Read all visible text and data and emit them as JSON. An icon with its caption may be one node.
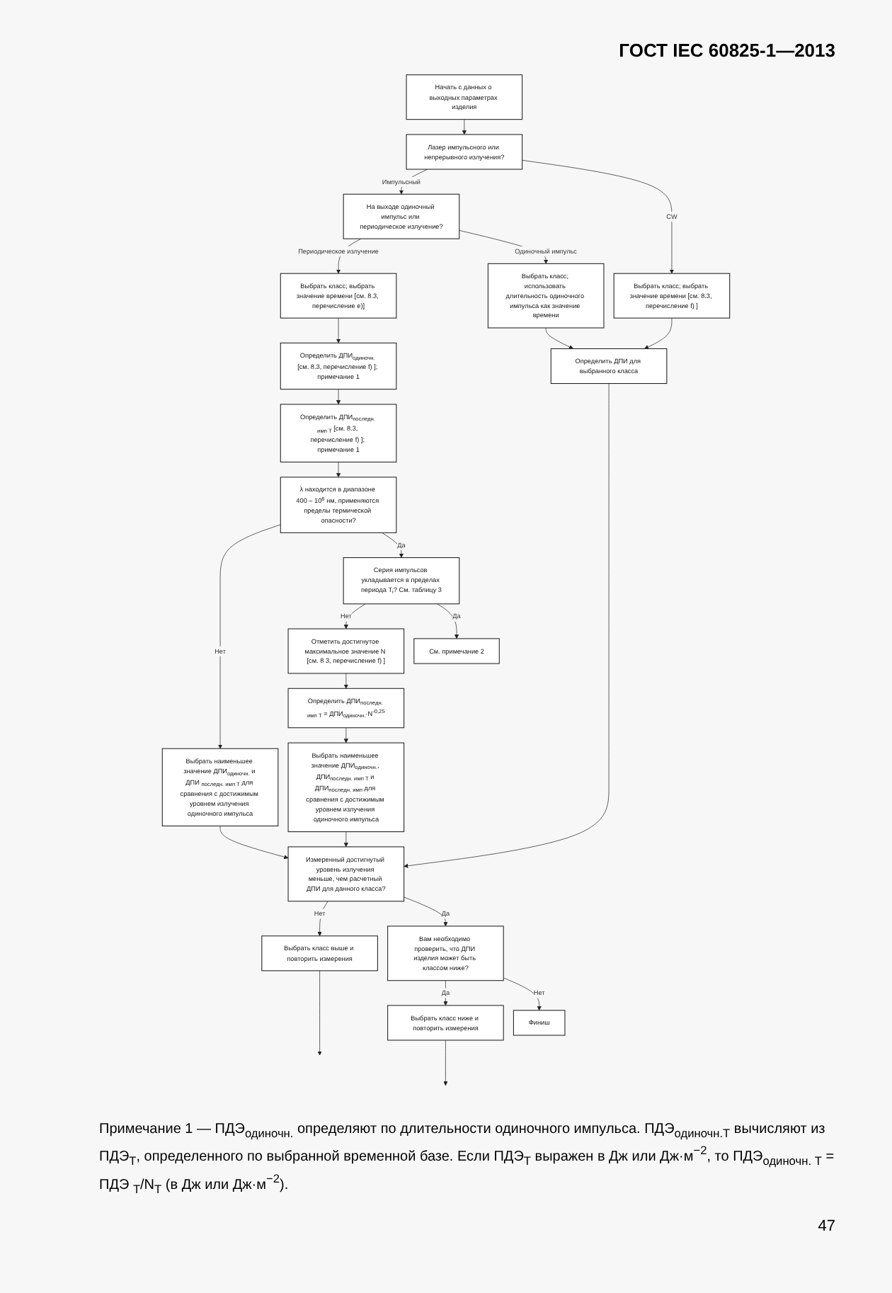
{
  "diagram": {
    "nodes": [
      {
        "text": [
          "Начать с данных о выходных параметрах изделия"
        ]
      },
      {
        "text": [
          "Лазер импульсного или непрерывного излучения?"
        ]
      },
      {
        "text": [
          "На выходе одиночный импульс или периодическое излучение?"
        ]
      },
      {
        "text": [
          "Выбрать класс; выбрать значение времени [см. 8.3, перечисление е)]"
        ]
      },
      {
        "text": [
          "Определить ДПИ$_{одиночн.}$ [см. 8.3, перечисление f) ]; примечание 1"
        ]
      },
      {
        "text": [
          "Определить ДПИ$_{последн. имп T}$ [см. 8.3, перечисление f) ]; примечание 1"
        ]
      },
      {
        "text": [
          "Выбрать класс; выбрать значение времени [см. 8.3, перечисление f) ]"
        ]
      },
      {
        "text": [
          "Выбрать класс; использовать длительность одиночного импульса как значение времени"
        ]
      },
      {
        "text": [
          "λ находится в диапазоне 400 – 10$^{6}$ нм, применяются пределы термической опасности?"
        ]
      },
      {
        "text": [
          "Выбрать наименьшее значение ДПИ$_{одиночн.}$ и ДПИ $_{последн. имп T}$ для сравнения с достижимым уровнем излучения одиночного импульса"
        ]
      },
      {
        "text": [
          "Серия импульсов укладывается в пределах периода T$_{i}$? См. таблицу 3"
        ]
      },
      {
        "text": [
          "Определить ДПИ для выбранного класса"
        ]
      },
      {
        "text": [
          "Отметить достигнутое максимальное значение N [см. 8 3, перечисление f) ]"
        ]
      },
      {
        "text": [
          "См. примечание 2"
        ]
      },
      {
        "text": [
          "Определить ДПИ$_{последн. имп T}$ = ДПИ$_{одиночн.}$·N$^{-0,25}$"
        ]
      },
      {
        "text": [
          "Выбрать наименьшее значение ДПИ$_{одиночн.}$, ДПИ$_{последн. имп T}$ и ДПИ$_{последн. имп}$ для сравнения с достижимым уровнем излучения одиночного импульса"
        ]
      },
      {
        "text": [
          "Выбрать класс выше и повторить измерения"
        ]
      },
      {
        "text": [
          "Измеренный достигнутый уровень излучения меньше, чем расчетный ДПИ для данного класса?"
        ]
      },
      {
        "text": [
          "Выбрать класс ниже и повторить измерения"
        ]
      },
      {
        "text": [
          "Вам необходимо проверить, что ДПИ изделия может быть классом ниже?"
        ]
      },
      {
        "text": [
          "Финиш"
        ]
      }
    ],
    "edges": [
      {
        "from": 0,
        "to": 1,
        "arrow": "to"
      },
      {
        "from": 1,
        "to": 2,
        "label": "Импульсный",
        "arrow": "to"
      },
      {
        "from": 2,
        "to": 3,
        "label": "Периодическое излучение",
        "arrow": "to"
      },
      {
        "from": 3,
        "to": 4,
        "arrow": "to"
      },
      {
        "from": 4,
        "to": 5,
        "arrow": "to"
      },
      {
        "from": 5,
        "to": 8,
        "arrow": "to"
      },
      {
        "from": 1,
        "to": 6,
        "label": "CW",
        "arrow": "to"
      },
      {
        "from": 2,
        "to": 7,
        "label": "Одиночный импульс",
        "arrow": "to"
      },
      {
        "from": 8,
        "to": 9,
        "label": "Нет",
        "arrow": "to"
      },
      {
        "from": 8,
        "to": 10,
        "label": "Да",
        "arrow": "to"
      },
      {
        "from": 10,
        "to": 12,
        "label": "Нет",
        "arrow": "to"
      },
      {
        "from": 10,
        "to": 13,
        "label": "Да",
        "arrow": "to"
      },
      {
        "from": 6,
        "to": 11,
        "arrow": "to"
      },
      {
        "from": 7,
        "to": 11,
        "arrow": "to"
      },
      {
        "from": 11,
        "to": 17,
        "arrow": "to"
      },
      {
        "from": 9,
        "to": 17,
        "arrow": "to"
      },
      {
        "from": 12,
        "to": 14,
        "arrow": "to"
      },
      {
        "from": 14,
        "to": 15,
        "arrow": "to"
      },
      {
        "from": 15,
        "to": 17,
        "arrow": "to"
      },
      {
        "from": 17,
        "to": 16,
        "label": "Нет",
        "arrow": "to"
      },
      {
        "from": 16,
        "to": null,
        "arrow": "to"
      },
      {
        "from": 17,
        "to": 19,
        "label": "Да",
        "arrow": "to"
      },
      {
        "from": 19,
        "to": 18,
        "label": "Да",
        "arrow": "to"
      },
      {
        "from": 18,
        "to": null,
        "arrow": "to"
      },
      {
        "from": 19,
        "to": 20,
        "label": "Нет",
        "arrow": "to"
      }
    ],
    "labels": [
      "ГОСТ IEC 60825-1—2013",
      "Примечание 1 — ПДЭ$_{одиночн.}$ определяют по длительности одиночного импульса. ПДЭ$_{одиночн.T}$ вычисляют из ПДЭ$_{T}$, определенного по выбранной временной базе. Если ПДЭ$_{T}$ выражен в Дж или Дж·м$^{−2}$, то ПДЭ$_{одиночн. T}$ = ПДЭ $_{T}$/N$_{T}$ (в Дж или Дж·м$^{−2}$).",
      "47"
    ]
  }
}
